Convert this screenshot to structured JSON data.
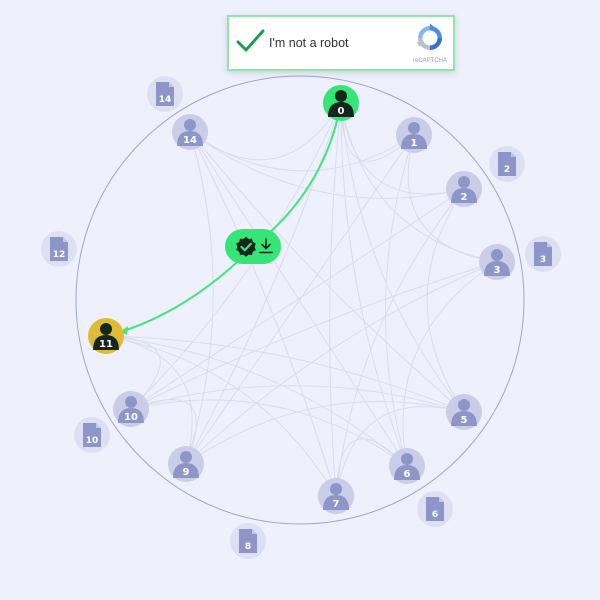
{
  "recaptcha": {
    "label": "I'm not a robot",
    "brand": "reCAPTCHA",
    "checked": true
  },
  "colors": {
    "background": "#eef0fb",
    "node": "#c9cde8",
    "node_icon": "#8e96c9",
    "node_text": "#ffffff",
    "sender": "#35e676",
    "receiver": "#e0bb35",
    "active_icon": "#15261c",
    "path": "#3ee67c",
    "ring": "#9ea4d4",
    "link": "#d8dcf0"
  },
  "nodes": [
    {
      "id": "0",
      "label": "0",
      "state": "sender"
    },
    {
      "id": "1",
      "label": "1",
      "state": "idle"
    },
    {
      "id": "2",
      "label": "2",
      "state": "idle"
    },
    {
      "id": "3",
      "label": "3",
      "state": "idle"
    },
    {
      "id": "5",
      "label": "5",
      "state": "idle"
    },
    {
      "id": "6",
      "label": "6",
      "state": "idle"
    },
    {
      "id": "7",
      "label": "7",
      "state": "idle"
    },
    {
      "id": "9",
      "label": "9",
      "state": "idle"
    },
    {
      "id": "10",
      "label": "10",
      "state": "idle"
    },
    {
      "id": "11",
      "label": "11",
      "state": "receiver"
    },
    {
      "id": "14",
      "label": "14",
      "state": "idle"
    }
  ],
  "documents": [
    {
      "id": "d14",
      "label": "14"
    },
    {
      "id": "d2",
      "label": "2"
    },
    {
      "id": "d12",
      "label": "12"
    },
    {
      "id": "d3",
      "label": "3"
    },
    {
      "id": "d10",
      "label": "10"
    },
    {
      "id": "d6",
      "label": "6"
    },
    {
      "id": "d8",
      "label": "8"
    }
  ],
  "links": [
    [
      "0",
      "1"
    ],
    [
      "0",
      "2"
    ],
    [
      "0",
      "3"
    ],
    [
      "0",
      "5"
    ],
    [
      "0",
      "6"
    ],
    [
      "0",
      "7"
    ],
    [
      "0",
      "9"
    ],
    [
      "0",
      "10"
    ],
    [
      "0",
      "14"
    ],
    [
      "1",
      "14"
    ],
    [
      "1",
      "3"
    ],
    [
      "1",
      "6"
    ],
    [
      "1",
      "9"
    ],
    [
      "2",
      "14"
    ],
    [
      "2",
      "5"
    ],
    [
      "2",
      "7"
    ],
    [
      "2",
      "10"
    ],
    [
      "3",
      "6"
    ],
    [
      "3",
      "10"
    ],
    [
      "3",
      "9"
    ],
    [
      "5",
      "10"
    ],
    [
      "5",
      "9"
    ],
    [
      "5",
      "14"
    ],
    [
      "5",
      "7"
    ],
    [
      "6",
      "11"
    ],
    [
      "6",
      "7"
    ],
    [
      "6",
      "10"
    ],
    [
      "7",
      "11"
    ],
    [
      "7",
      "14"
    ],
    [
      "9",
      "11"
    ],
    [
      "9",
      "14"
    ],
    [
      "9",
      "10"
    ],
    [
      "10",
      "11"
    ],
    [
      "11",
      "5"
    ],
    [
      "14",
      "6"
    ]
  ],
  "transfer": {
    "from": "0",
    "to": "11",
    "status": "verified"
  }
}
